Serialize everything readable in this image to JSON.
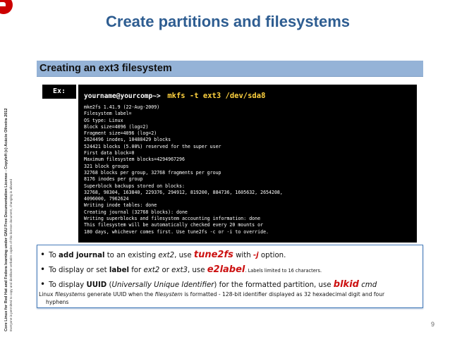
{
  "slide": {
    "title": "Create partitions and filesystems",
    "page_number": "9",
    "sidebar": {
      "line1": "Core Linux for Red Hat and Fedora learning under GNU Free Documentation License - Copyleft (c) Acácio Oliveira 2012",
      "line2": "Everyone is permitted to copy and distribute verbatim copies of this license document, changing is allowed"
    }
  },
  "section": {
    "title": "Creating an ext3 filesystem"
  },
  "example": {
    "label": "Ex:",
    "prompt": "yourname@yourcomp~>",
    "command": "mkfs -t ext3 /dev/sda8",
    "output": [
      "mke2fs 1.41.9 (22-Aug-2009)",
      "Filesystem label=",
      "OS type: Linux",
      "Block size=4096 (log=2)",
      "Fragment size=4096 (log=2)",
      "2624496 inodes, 10488429 blocks",
      "524421 blocks (5.00%) reserved for the super user",
      "First data block=0",
      "Maximum filesystem blocks=4294967296",
      "321 block groups",
      "32768 blocks per group, 32768 fragments per group",
      "8176 inodes per group",
      "Superblock backups stored on blocks:",
      "32768, 98304, 163840, 229376, 294912, 819200, 884736, 1605632, 2654208,",
      "4096000, 7962624",
      "Writing inode tables: done",
      "Creating journal (32768 blocks): done",
      "Writing superblocks and filesystem accounting information: done",
      "This filesystem will be automatically checked every 20 mounts or",
      "180 days, whichever comes first. Use tune2fs -c or -i to override."
    ]
  },
  "bullets": {
    "b1": {
      "t1": "To ",
      "t2": "add journal",
      "t3": " to an existing ",
      "t4": "ext2",
      "t5": ", use ",
      "t6": "tune2fs",
      "t7": " with ",
      "t8": "-j",
      "t9": " option."
    },
    "b2": {
      "t1": "To display or set ",
      "t2": "label",
      "t3": " for ",
      "t4": "ext2",
      "t5": " or ",
      "t6": "ext3",
      "t7": ", use ",
      "t8": "e2label",
      "t9": ". Labels limited to 16 characters."
    },
    "b3": {
      "t1": "To display ",
      "t2": "UUID",
      "t3": " (",
      "t4": "Universally Unique Identifier",
      "t5": ") for the formatted partition, use ",
      "t6": "blkid",
      "t7": " cmd"
    },
    "note": {
      "t1": "Linux ",
      "t2": "filesystems",
      "t3": " generate UUID when the ",
      "t4": "filesystem",
      "t5": " is formatted - 128-bit identifier displayed as 32 hexadecimal digit and four",
      "t6": "hyphens"
    }
  },
  "colors": {
    "title": "#2e5d91",
    "section_bar": "#95b3d7",
    "command": "#ffd23f",
    "highlight": "#cc1111",
    "logo": "#cc0000"
  }
}
